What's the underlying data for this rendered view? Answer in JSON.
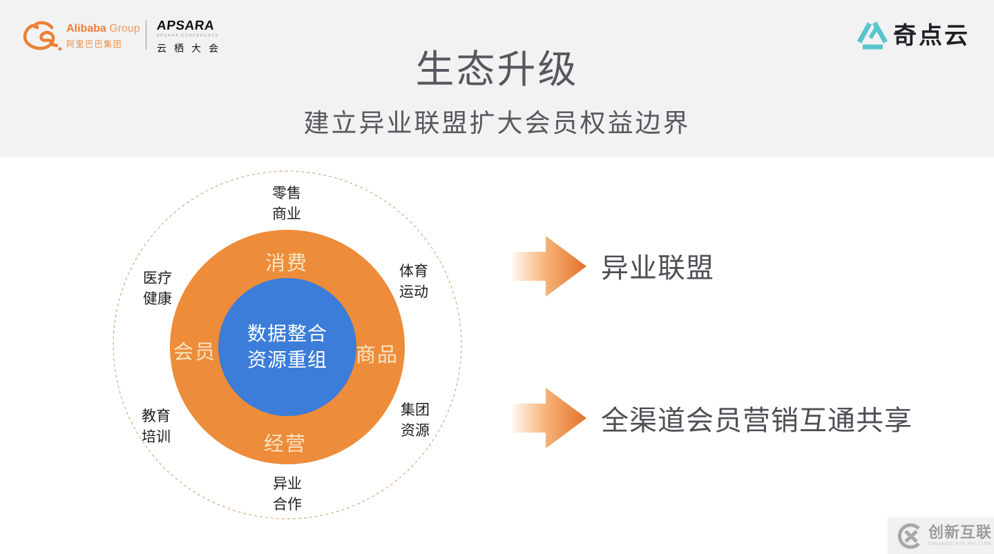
{
  "header": {
    "title": "生态升级",
    "subtitle": "建立异业联盟扩大会员权益边界",
    "alibaba": {
      "brand_bold": "Alibaba",
      "brand_light": "Group",
      "brand_cn": "阿里巴巴集团"
    },
    "apsara": {
      "name": "APSARA",
      "sub": "APSARA CONFERENCE",
      "cn": "云栖大会"
    },
    "qidianyun": {
      "name": "奇点云"
    }
  },
  "diagram": {
    "center": {
      "line1": "数据整合",
      "line2": "资源重组"
    },
    "ring_labels": {
      "top": "消费",
      "left": "会员",
      "right": "商品",
      "bottom": "经营"
    },
    "outer_labels": {
      "top": [
        "零售",
        "商业"
      ],
      "right_top": [
        "体育",
        "运动"
      ],
      "right_bottom": [
        "集团",
        "资源"
      ],
      "bottom": [
        "异业",
        "合作"
      ],
      "left_bottom": [
        "教育",
        "培训"
      ],
      "left_top": [
        "医疗",
        "健康"
      ]
    },
    "colors": {
      "orange": "#ED8C3A",
      "blue": "#3B7DD8",
      "dashed_border": "#D2A783"
    }
  },
  "arrows": [
    {
      "label": "异业联盟"
    },
    {
      "label": "全渠道会员营销互通共享"
    }
  ],
  "watermark": {
    "name": "创新互联",
    "sub": "CHUANG XIN HU LIAN"
  }
}
